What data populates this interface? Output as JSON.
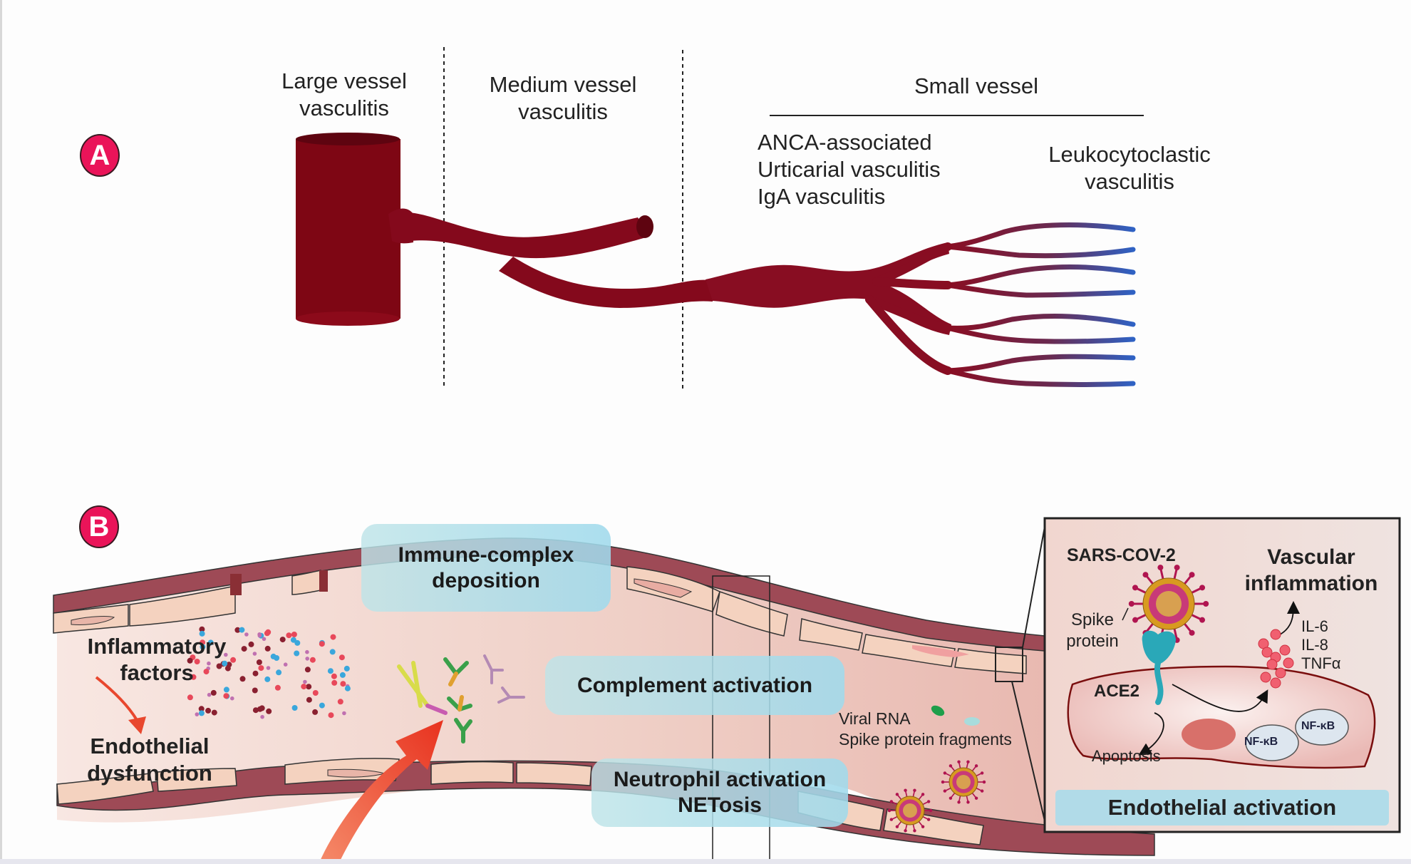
{
  "panel_a": {
    "badge": "A",
    "categories": {
      "large": {
        "line1": "Large vessel",
        "line2": "vasculitis"
      },
      "medium": {
        "line1": "Medium vessel",
        "line2": "vasculitis"
      },
      "small": {
        "header": "Small vessel"
      }
    },
    "small_vessel_types": [
      "ANCA-associated",
      "Urticarial vasculitis",
      "IgA vasculitis"
    ],
    "leukocytoclastic": {
      "line1": "Leukocytoclastic",
      "line2": "vasculitis"
    }
  },
  "panel_b": {
    "badge": "B",
    "inflammatory": {
      "line1": "Inflammatory",
      "line2": "factors"
    },
    "endothelial_dysfunction": {
      "line1": "Endothelial",
      "line2": "dysfunction"
    },
    "immune_complex": {
      "line1": "Immune-complex",
      "line2": "deposition"
    },
    "complement": "Complement activation",
    "neutrophil": {
      "line1": "Neutrophil activation",
      "line2": "NETosis"
    },
    "viral": {
      "line1": "Viral RNA",
      "line2": "Spike protein fragments"
    },
    "inset": {
      "virus_label": "SARS-COV-2",
      "spike": {
        "line1": "Spike",
        "line2": "protein"
      },
      "receptor": "ACE2",
      "apoptosis": "Apoptosis",
      "nfkb": "NF-κB",
      "vascular": {
        "line1": "Vascular",
        "line2": "inflammation"
      },
      "cytokines": [
        "IL-6",
        "IL-8",
        "TNFα"
      ],
      "endothelial_activation": "Endothelial activation"
    }
  },
  "colors": {
    "badge": "#ea1459",
    "vessel_red": "#7e0614",
    "capillary_blue": "#2f62c4",
    "vessel_wall": "#9e4a56",
    "cell": "#f4d2bf",
    "lumen": "#efc9c0",
    "tag_bg": "#b9e3ee"
  }
}
